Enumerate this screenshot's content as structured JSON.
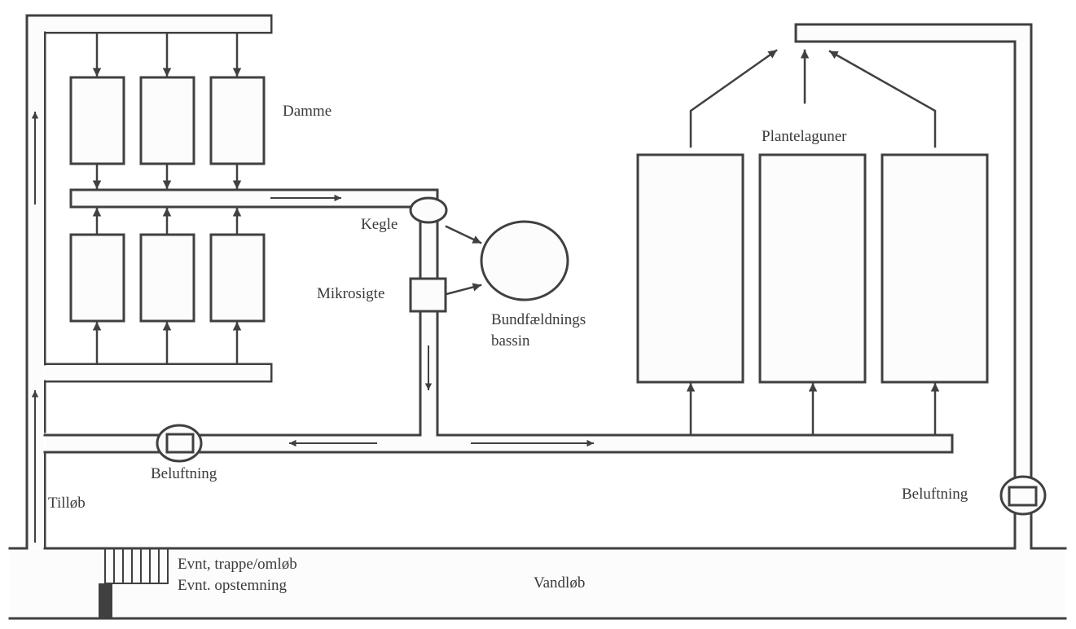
{
  "diagram": {
    "type": "process-flow",
    "stroke_color": "#404040",
    "fill_color": "#fcfcfc",
    "labels": {
      "ponds": "Damme",
      "cone": "Kegle",
      "microsieve": "Mikrosigte",
      "settling_basin_line1": "Bundfældnings",
      "settling_basin_line2": "bassin",
      "plant_lagoons": "Plantelaguner",
      "aeration_left": "Beluftning",
      "aeration_right": "Beluftning",
      "inlet": "Tilløb",
      "fish_pass": "Evnt, trappe/omløb",
      "weir": "Evnt. opstemning",
      "stream": "Vandløb"
    },
    "nodes": [
      {
        "id": "pond-top-1",
        "group": "Damme"
      },
      {
        "id": "pond-top-2",
        "group": "Damme"
      },
      {
        "id": "pond-top-3",
        "group": "Damme"
      },
      {
        "id": "pond-bottom-1",
        "group": "Damme"
      },
      {
        "id": "pond-bottom-2",
        "group": "Damme"
      },
      {
        "id": "pond-bottom-3",
        "group": "Damme"
      },
      {
        "id": "cone",
        "label": "Kegle"
      },
      {
        "id": "microsieve",
        "label": "Mikrosigte"
      },
      {
        "id": "settling-basin",
        "label": "Bundfældnings bassin"
      },
      {
        "id": "lagoon-1",
        "group": "Plantelaguner"
      },
      {
        "id": "lagoon-2",
        "group": "Plantelaguner"
      },
      {
        "id": "lagoon-3",
        "group": "Plantelaguner"
      },
      {
        "id": "aeration-left",
        "label": "Beluftning"
      },
      {
        "id": "aeration-right",
        "label": "Beluftning"
      },
      {
        "id": "stream",
        "label": "Vandløb"
      }
    ],
    "flows": [
      {
        "from": "inlet",
        "to": "ponds"
      },
      {
        "from": "ponds",
        "to": "collector-channel"
      },
      {
        "from": "collector-channel",
        "to": "cone"
      },
      {
        "from": "cone",
        "to": "settling-basin"
      },
      {
        "from": "cone",
        "to": "microsieve"
      },
      {
        "from": "microsieve",
        "to": "settling-basin"
      },
      {
        "from": "microsieve",
        "to": "distribution-channel"
      },
      {
        "from": "distribution-channel",
        "to": "aeration-left"
      },
      {
        "from": "distribution-channel",
        "to": "plant-lagoons"
      },
      {
        "from": "plant-lagoons",
        "to": "outlet-channel"
      },
      {
        "from": "outlet-channel",
        "to": "aeration-right"
      },
      {
        "from": "aeration-right",
        "to": "stream"
      }
    ]
  }
}
